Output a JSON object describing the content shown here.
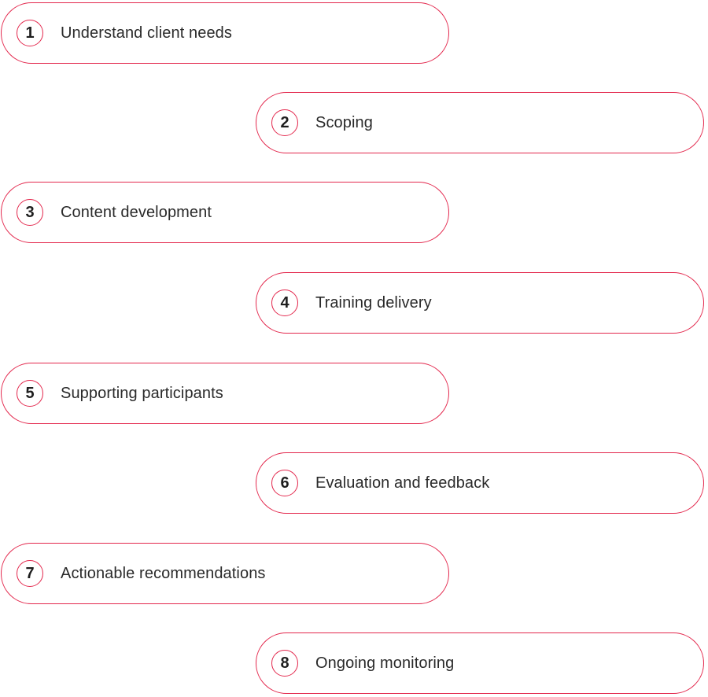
{
  "accent_color": "#e3284d",
  "steps": [
    {
      "number": "1",
      "label": "Understand client needs"
    },
    {
      "number": "2",
      "label": "Scoping"
    },
    {
      "number": "3",
      "label": "Content development"
    },
    {
      "number": "4",
      "label": "Training delivery"
    },
    {
      "number": "5",
      "label": "Supporting participants"
    },
    {
      "number": "6",
      "label": "Evaluation and feedback"
    },
    {
      "number": "7",
      "label": "Actionable recommendations"
    },
    {
      "number": "8",
      "label": "Ongoing monitoring"
    }
  ]
}
